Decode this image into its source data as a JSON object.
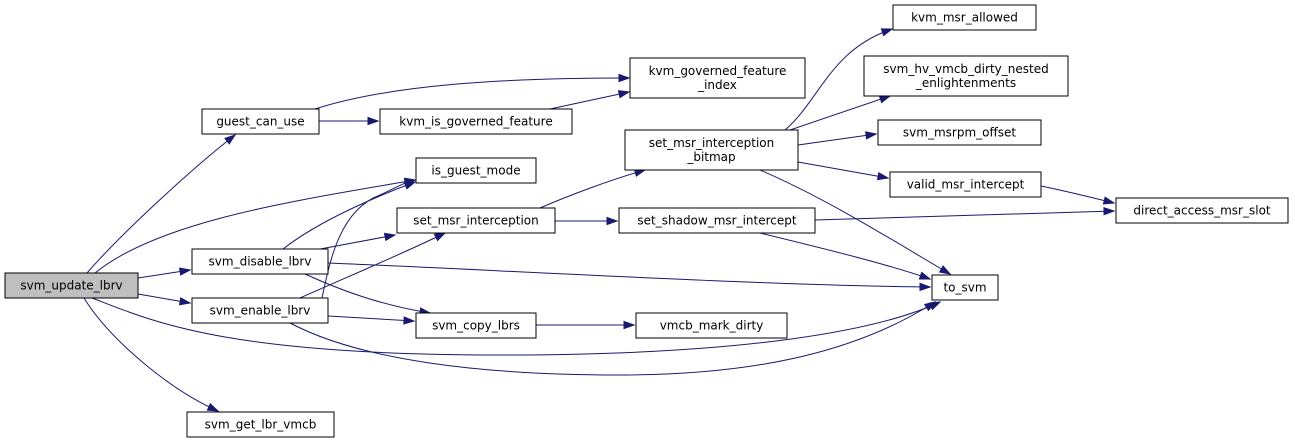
{
  "graph": {
    "nodes": [
      {
        "id": "svm_update_lbrv",
        "lines": [
          "svm_update_lbrv"
        ],
        "root": true
      },
      {
        "id": "guest_can_use",
        "lines": [
          "guest_can_use"
        ]
      },
      {
        "id": "is_guest_mode",
        "lines": [
          "is_guest_mode"
        ]
      },
      {
        "id": "svm_disable_lbrv",
        "lines": [
          "svm_disable_lbrv"
        ]
      },
      {
        "id": "svm_enable_lbrv",
        "lines": [
          "svm_enable_lbrv"
        ]
      },
      {
        "id": "svm_get_lbr_vmcb",
        "lines": [
          "svm_get_lbr_vmcb"
        ]
      },
      {
        "id": "to_svm",
        "lines": [
          "to_svm"
        ]
      },
      {
        "id": "kvm_governed_feature_index",
        "lines": [
          "kvm_governed_feature",
          "_index"
        ]
      },
      {
        "id": "kvm_is_governed_feature",
        "lines": [
          "kvm_is_governed_feature"
        ]
      },
      {
        "id": "set_msr_interception",
        "lines": [
          "set_msr_interception"
        ]
      },
      {
        "id": "svm_copy_lbrs",
        "lines": [
          "svm_copy_lbrs"
        ]
      },
      {
        "id": "set_msr_interception_bitmap",
        "lines": [
          "set_msr_interception",
          "_bitmap"
        ]
      },
      {
        "id": "set_shadow_msr_intercept",
        "lines": [
          "set_shadow_msr_intercept"
        ]
      },
      {
        "id": "vmcb_mark_dirty",
        "lines": [
          "vmcb_mark_dirty"
        ]
      },
      {
        "id": "kvm_msr_allowed",
        "lines": [
          "kvm_msr_allowed"
        ]
      },
      {
        "id": "svm_hv_vmcb_dirty_nested_enlightenments",
        "lines": [
          "svm_hv_vmcb_dirty_nested",
          "_enlightenments"
        ]
      },
      {
        "id": "svm_msrpm_offset",
        "lines": [
          "svm_msrpm_offset"
        ]
      },
      {
        "id": "valid_msr_intercept",
        "lines": [
          "valid_msr_intercept"
        ]
      },
      {
        "id": "direct_access_msr_slot",
        "lines": [
          "direct_access_msr_slot"
        ]
      }
    ],
    "edges": [
      {
        "from": "svm_update_lbrv",
        "to": "guest_can_use"
      },
      {
        "from": "svm_update_lbrv",
        "to": "is_guest_mode"
      },
      {
        "from": "svm_update_lbrv",
        "to": "svm_disable_lbrv"
      },
      {
        "from": "svm_update_lbrv",
        "to": "svm_enable_lbrv"
      },
      {
        "from": "svm_update_lbrv",
        "to": "svm_get_lbr_vmcb"
      },
      {
        "from": "svm_update_lbrv",
        "to": "to_svm"
      },
      {
        "from": "guest_can_use",
        "to": "kvm_governed_feature_index"
      },
      {
        "from": "guest_can_use",
        "to": "kvm_is_governed_feature"
      },
      {
        "from": "kvm_is_governed_feature",
        "to": "kvm_governed_feature_index"
      },
      {
        "from": "svm_disable_lbrv",
        "to": "is_guest_mode"
      },
      {
        "from": "svm_disable_lbrv",
        "to": "set_msr_interception"
      },
      {
        "from": "svm_disable_lbrv",
        "to": "svm_copy_lbrs"
      },
      {
        "from": "svm_disable_lbrv",
        "to": "to_svm"
      },
      {
        "from": "svm_enable_lbrv",
        "to": "is_guest_mode"
      },
      {
        "from": "svm_enable_lbrv",
        "to": "set_msr_interception"
      },
      {
        "from": "svm_enable_lbrv",
        "to": "svm_copy_lbrs"
      },
      {
        "from": "svm_enable_lbrv",
        "to": "to_svm"
      },
      {
        "from": "set_msr_interception",
        "to": "set_msr_interception_bitmap"
      },
      {
        "from": "set_msr_interception",
        "to": "set_shadow_msr_intercept"
      },
      {
        "from": "svm_copy_lbrs",
        "to": "vmcb_mark_dirty"
      },
      {
        "from": "set_msr_interception_bitmap",
        "to": "kvm_msr_allowed"
      },
      {
        "from": "set_msr_interception_bitmap",
        "to": "svm_hv_vmcb_dirty_nested_enlightenments"
      },
      {
        "from": "set_msr_interception_bitmap",
        "to": "svm_msrpm_offset"
      },
      {
        "from": "set_msr_interception_bitmap",
        "to": "valid_msr_intercept"
      },
      {
        "from": "set_msr_interception_bitmap",
        "to": "to_svm"
      },
      {
        "from": "set_shadow_msr_intercept",
        "to": "direct_access_msr_slot"
      },
      {
        "from": "set_shadow_msr_intercept",
        "to": "to_svm"
      },
      {
        "from": "valid_msr_intercept",
        "to": "direct_access_msr_slot"
      }
    ]
  },
  "colors": {
    "edge": "#191970",
    "node_border": "#000000",
    "node_fill": "#ffffff",
    "root_fill": "#bfbfbf"
  }
}
